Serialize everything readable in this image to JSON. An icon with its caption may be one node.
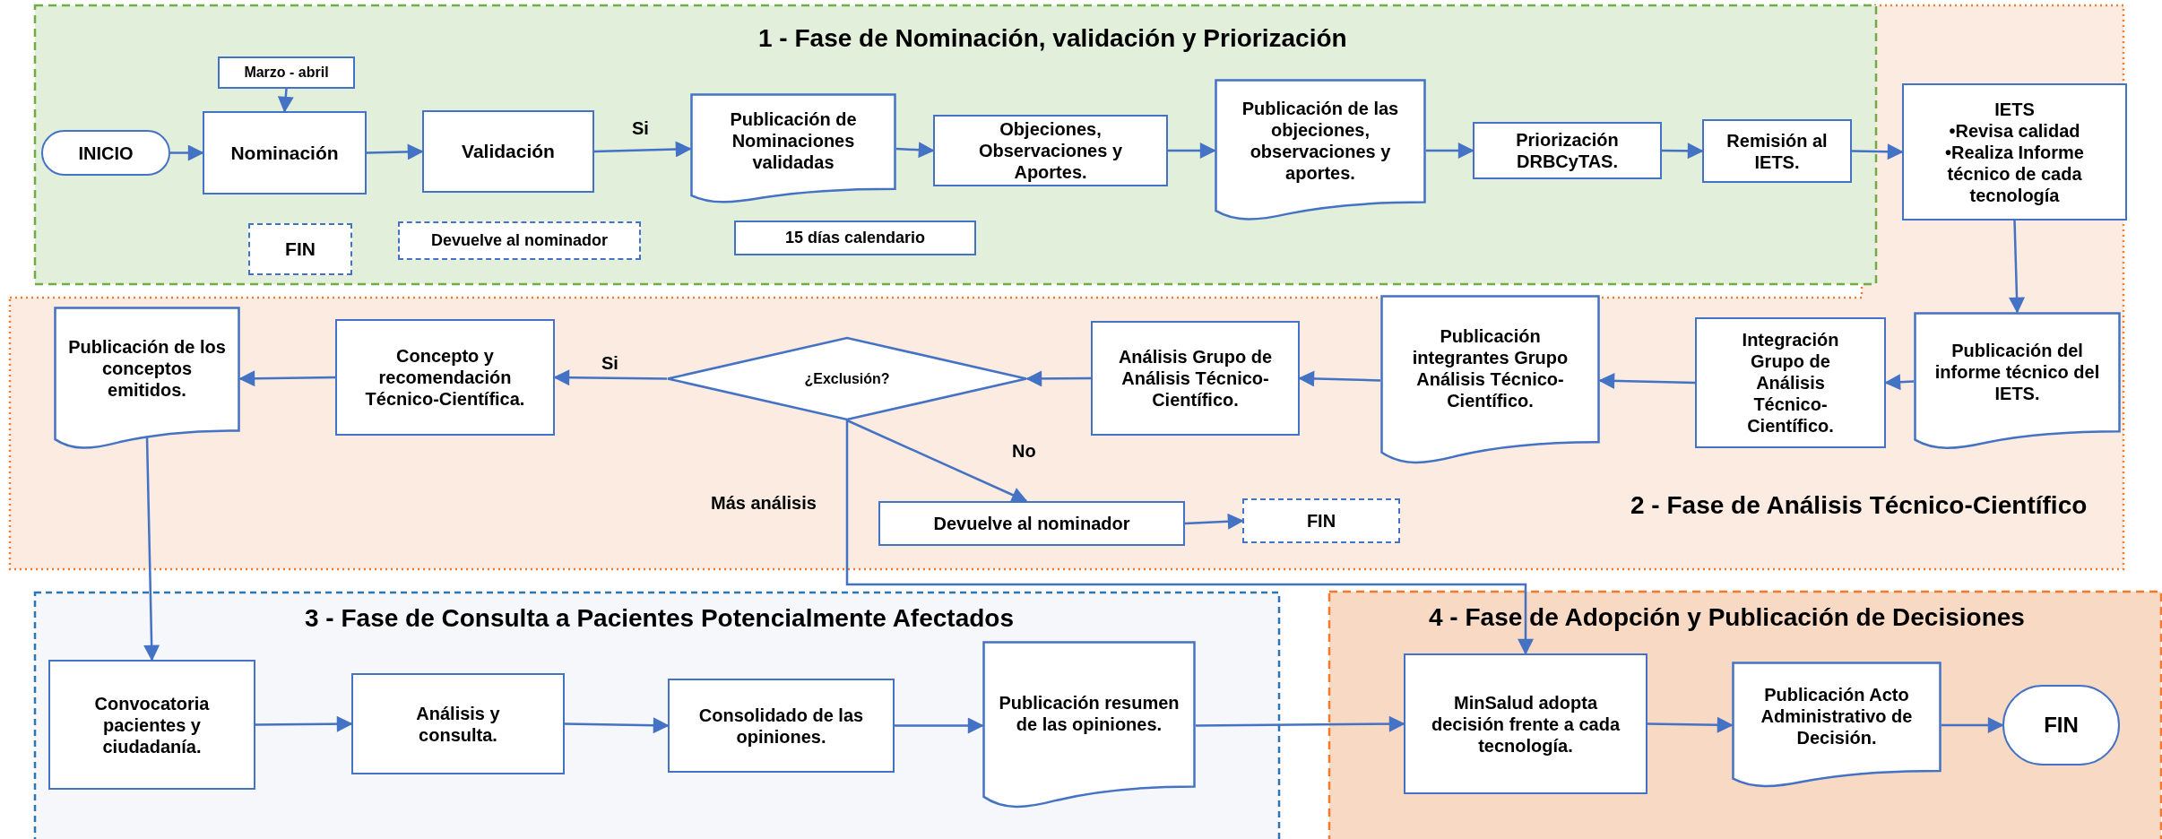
{
  "diagram": {
    "nodes": [
      {
        "text": [
          "1 - Fase de Nominación, validación  y Priorización"
        ]
      },
      {
        "text": [
          "Marzo - abril"
        ],
        "in": 0
      },
      {
        "text": [
          "INICIO"
        ],
        "in": 0
      },
      {
        "text": [
          "Nominación"
        ],
        "in": 0
      },
      {
        "text": [
          "Validación"
        ],
        "in": 0
      },
      {
        "text": [
          "Publicación de Nominaciones validadas"
        ],
        "in": 0
      },
      {
        "text": [
          "Objeciones, Observaciones y Aportes."
        ],
        "in": 0
      },
      {
        "text": [
          "Publicación de las objeciones, observaciones y aportes."
        ],
        "in": 0
      },
      {
        "text": [
          "Priorización DRBCyTAS."
        ],
        "in": 0
      },
      {
        "text": [
          "Remisión al IETS."
        ],
        "in": 0
      },
      {
        "text": [
          "FIN"
        ],
        "in": 0
      },
      {
        "text": [
          "Devuelve al nominador"
        ],
        "in": 0
      },
      {
        "text": [
          "15 días calendario"
        ],
        "in": 0
      },
      {
        "text": [
          "2 - Fase de Análisis Técnico-Científico"
        ]
      },
      {
        "text": [
          "IETS",
          "•Revisa calidad",
          "•Realiza Informe técnico de cada tecnología"
        ],
        "in": 13
      },
      {
        "text": [
          "Publicación de los conceptos emitidos."
        ],
        "in": 13
      },
      {
        "text": [
          "Concepto y recomendación Técnico-Científica."
        ],
        "in": 13
      },
      {
        "text": [
          "¿Exclusión?"
        ],
        "in": 13
      },
      {
        "text": [
          "Análisis Grupo de Análisis Técnico-Científico."
        ],
        "in": 13
      },
      {
        "text": [
          "Publicación integrantes Grupo Análisis Técnico-Científico."
        ],
        "in": 13
      },
      {
        "text": [
          "Integración Grupo de Análisis Técnico-Científico."
        ],
        "in": 13
      },
      {
        "text": [
          "Publicación del informe técnico del IETS."
        ],
        "in": 13
      },
      {
        "text": [
          "Devuelve al nominador"
        ],
        "in": 13
      },
      {
        "text": [
          "FIN"
        ],
        "in": 13
      },
      {
        "text": [
          "3 - Fase de Consulta a Pacientes Potencialmente Afectados"
        ]
      },
      {
        "text": [
          "Convocatoria pacientes y ciudadanía."
        ],
        "in": 24
      },
      {
        "text": [
          "Análisis y consulta."
        ],
        "in": 24
      },
      {
        "text": [
          "Consolidado de las opiniones."
        ],
        "in": 24
      },
      {
        "text": [
          "Publicación resumen de las opiniones."
        ],
        "in": 24
      },
      {
        "text": [
          "4 - Fase de Adopción y Publicación de Decisiones"
        ]
      },
      {
        "text": [
          "MinSalud adopta decisión frente a cada tecnología."
        ],
        "in": 29
      },
      {
        "text": [
          "Publicación Acto Administrativo de Decisión."
        ],
        "in": 29
      },
      {
        "text": [
          "FIN"
        ],
        "in": 29
      }
    ],
    "edges": [
      {
        "from": 1,
        "to": 3,
        "arrow": "to"
      },
      {
        "from": 2,
        "to": 3,
        "arrow": "to"
      },
      {
        "from": 3,
        "to": 4,
        "arrow": "to"
      },
      {
        "from": 4,
        "to": 5,
        "arrow": "to",
        "label": "Si"
      },
      {
        "from": 5,
        "to": 6,
        "arrow": "to"
      },
      {
        "from": 6,
        "to": 7,
        "arrow": "to"
      },
      {
        "from": 7,
        "to": 8,
        "arrow": "to"
      },
      {
        "from": 8,
        "to": 9,
        "arrow": "to"
      },
      {
        "from": 9,
        "to": 14,
        "arrow": "to"
      },
      {
        "from": 14,
        "to": 21,
        "arrow": "to"
      },
      {
        "from": 21,
        "to": 20,
        "arrow": "to"
      },
      {
        "from": 20,
        "to": 19,
        "arrow": "to"
      },
      {
        "from": 19,
        "to": 18,
        "arrow": "to"
      },
      {
        "from": 18,
        "to": 17,
        "arrow": "to"
      },
      {
        "from": 17,
        "to": 16,
        "arrow": "to",
        "label": "Si"
      },
      {
        "from": 16,
        "to": 15,
        "arrow": "to"
      },
      {
        "from": 17,
        "to": 22,
        "arrow": "to",
        "label": "No"
      },
      {
        "from": 17,
        "to": 30,
        "arrow": "to",
        "label": "Más análisis"
      },
      {
        "from": 22,
        "to": 23,
        "arrow": "to"
      },
      {
        "from": 15,
        "to": 25,
        "arrow": "to"
      },
      {
        "from": 25,
        "to": 26,
        "arrow": "to"
      },
      {
        "from": 26,
        "to": 27,
        "arrow": "to"
      },
      {
        "from": 27,
        "to": 28,
        "arrow": "to"
      },
      {
        "from": 28,
        "to": 30,
        "arrow": "to"
      },
      {
        "from": 30,
        "to": 31,
        "arrow": "to"
      },
      {
        "from": 31,
        "to": 32,
        "arrow": "to"
      }
    ]
  }
}
